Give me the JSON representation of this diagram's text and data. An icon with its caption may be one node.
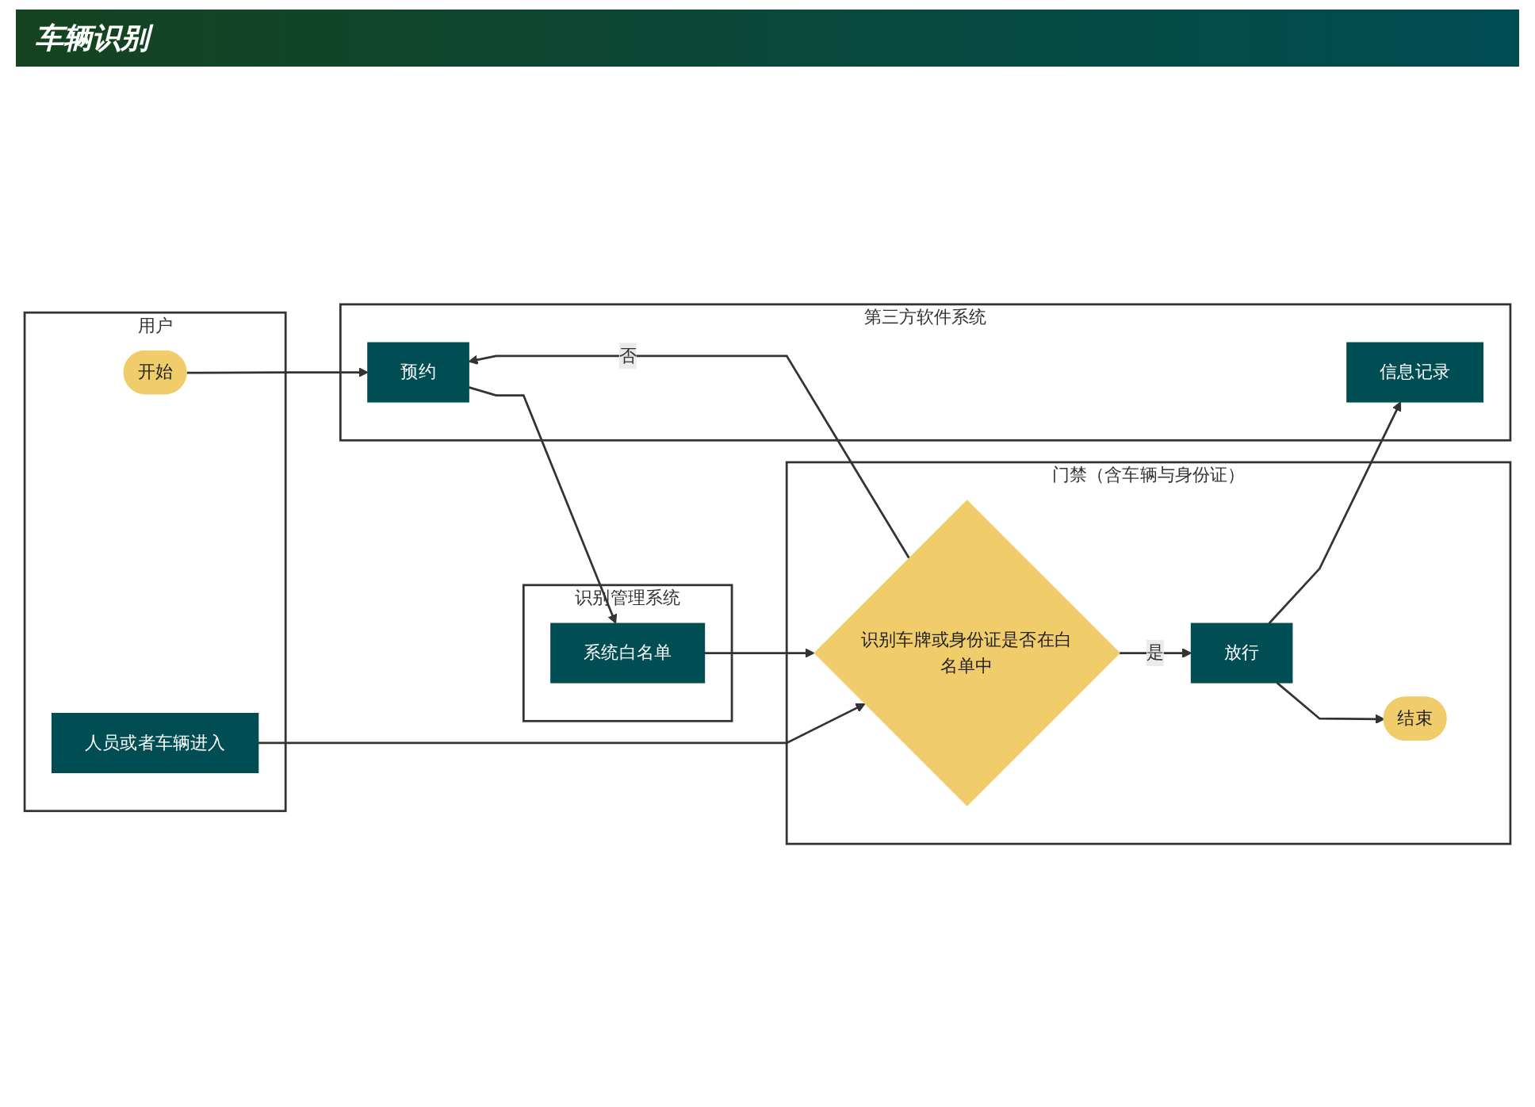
{
  "diagram": {
    "title": "车辆识别",
    "nodes": [
      {
        "text": [
          "用户"
        ]
      },
      {
        "text": [
          "门禁（含车辆与身份证）"
        ]
      },
      {
        "text": [
          "识别管理系统"
        ]
      },
      {
        "text": [
          "第三方软件系统"
        ]
      },
      {
        "text": [
          "开始"
        ],
        "in": 0
      },
      {
        "text": [
          "人员或者车辆进入"
        ],
        "in": 0
      },
      {
        "text": [
          "识别车牌或身份证是否在白名单中"
        ],
        "in": 1
      },
      {
        "text": [
          "放行"
        ],
        "in": 1
      },
      {
        "text": [
          "结束"
        ],
        "in": 1
      },
      {
        "text": [
          "系统白名单"
        ],
        "in": 2
      },
      {
        "text": [
          "预约"
        ],
        "in": 3
      },
      {
        "text": [
          "信息记录"
        ],
        "in": 3
      }
    ],
    "edges": [
      {
        "from": 4,
        "to": 10,
        "arrow": "to"
      },
      {
        "from": 5,
        "to": 6,
        "arrow": "to"
      },
      {
        "from": 10,
        "to": 9,
        "arrow": "to"
      },
      {
        "from": 9,
        "to": 6,
        "arrow": "to"
      },
      {
        "from": 6,
        "to": 10,
        "arrow": "to",
        "label": "否"
      },
      {
        "from": 6,
        "to": 7,
        "arrow": "to",
        "label": "是"
      },
      {
        "from": 7,
        "to": 11,
        "arrow": "to"
      },
      {
        "from": 7,
        "to": 8,
        "arrow": "to"
      }
    ]
  }
}
